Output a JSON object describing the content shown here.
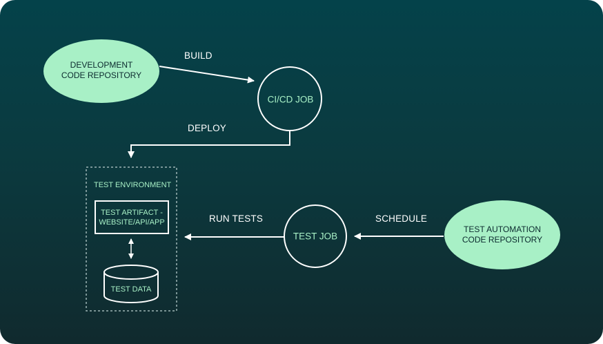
{
  "colors": {
    "bg_top": "#04424a",
    "bg_bottom": "#102a2e",
    "oval_fill": "#a8f0c6",
    "stroke": "#ffffff",
    "accent_text": "#a8f0c6"
  },
  "nodes": {
    "dev_repo": {
      "line1": "DEVELOPMENT",
      "line2": "CODE REPOSITORY"
    },
    "cicd_job": {
      "label": "CI/CD JOB"
    },
    "test_env": {
      "label": "TEST ENVIRONMENT"
    },
    "test_artifact": {
      "line1": "TEST ARTIFACT -",
      "line2": "WEBSITE/API/APP"
    },
    "test_data": {
      "label": "TEST DATA"
    },
    "test_job": {
      "label": "TEST JOB"
    },
    "test_repo": {
      "line1": "TEST AUTOMATION",
      "line2": "CODE REPOSITORY"
    }
  },
  "edges": {
    "build": "BUILD",
    "deploy": "DEPLOY",
    "run_tests": "RUN TESTS",
    "schedule": "SCHEDULE"
  }
}
